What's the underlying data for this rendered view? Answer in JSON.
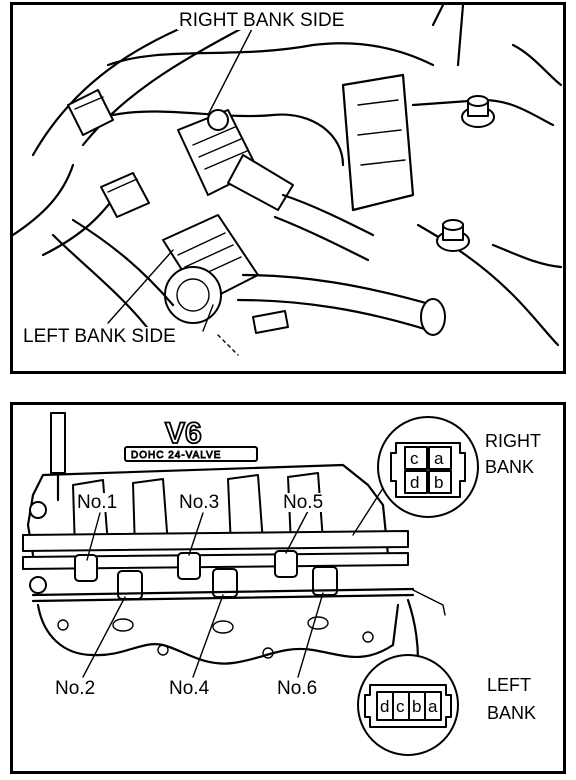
{
  "top_panel": {
    "right_bank_label": "RIGHT BANK SIDE",
    "left_bank_label": "LEFT BANK SIDE"
  },
  "bottom_panel": {
    "logo_main": "V6",
    "logo_sub": "DOHC 24-VALVE",
    "injectors_upper": [
      "No.1",
      "No.3",
      "No.5"
    ],
    "injectors_lower": [
      "No.2",
      "No.4",
      "No.6"
    ],
    "right_bank": {
      "line1": "RIGHT",
      "line2": "BANK",
      "terminals_top": [
        "c",
        "a"
      ],
      "terminals_bottom": [
        "d",
        "b"
      ]
    },
    "left_bank": {
      "line1": "LEFT",
      "line2": "BANK",
      "terminals": [
        "d",
        "c",
        "b",
        "a"
      ]
    }
  }
}
